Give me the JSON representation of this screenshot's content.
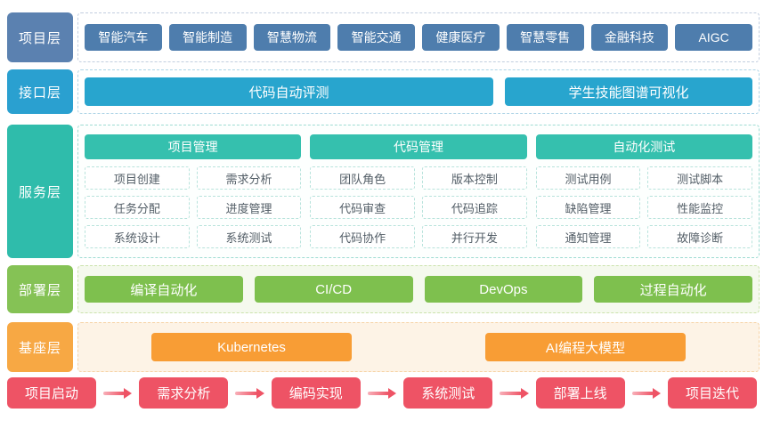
{
  "layers": {
    "project": {
      "label": "项目层",
      "items": [
        "智能汽车",
        "智能制造",
        "智慧物流",
        "智能交通",
        "健康医疗",
        "智慧零售",
        "金融科技",
        "AIGC"
      ]
    },
    "interface": {
      "label": "接口层",
      "items": [
        "代码自动评测",
        "学生技能图谱可视化"
      ]
    },
    "service": {
      "label": "服务层",
      "groups": [
        {
          "title": "项目管理",
          "cells": [
            "项目创建",
            "需求分析",
            "任务分配",
            "进度管理",
            "系统设计",
            "系统测试"
          ]
        },
        {
          "title": "代码管理",
          "cells": [
            "团队角色",
            "版本控制",
            "代码审查",
            "代码追踪",
            "代码协作",
            "并行开发"
          ]
        },
        {
          "title": "自动化测试",
          "cells": [
            "测试用例",
            "测试脚本",
            "缺陷管理",
            "性能监控",
            "通知管理",
            "故障诊断"
          ]
        }
      ]
    },
    "deploy": {
      "label": "部署层",
      "items": [
        "编译自动化",
        "CI/CD",
        "DevOps",
        "过程自动化"
      ]
    },
    "base": {
      "label": "基座层",
      "items": [
        "Kubernetes",
        "AI编程大模型"
      ]
    }
  },
  "flow": {
    "steps": [
      "项目启动",
      "需求分析",
      "编码实现",
      "系统测试",
      "部署上线",
      "项目迭代"
    ]
  },
  "colors": {
    "project_label": "#5b81b0",
    "project_chip": "#4e7dad",
    "interface_blue": "#28a5ce",
    "service_teal": "#2fbcab",
    "deploy_green": "#7ec04e",
    "base_orange": "#f89d35",
    "flow_red": "#ee5365"
  }
}
